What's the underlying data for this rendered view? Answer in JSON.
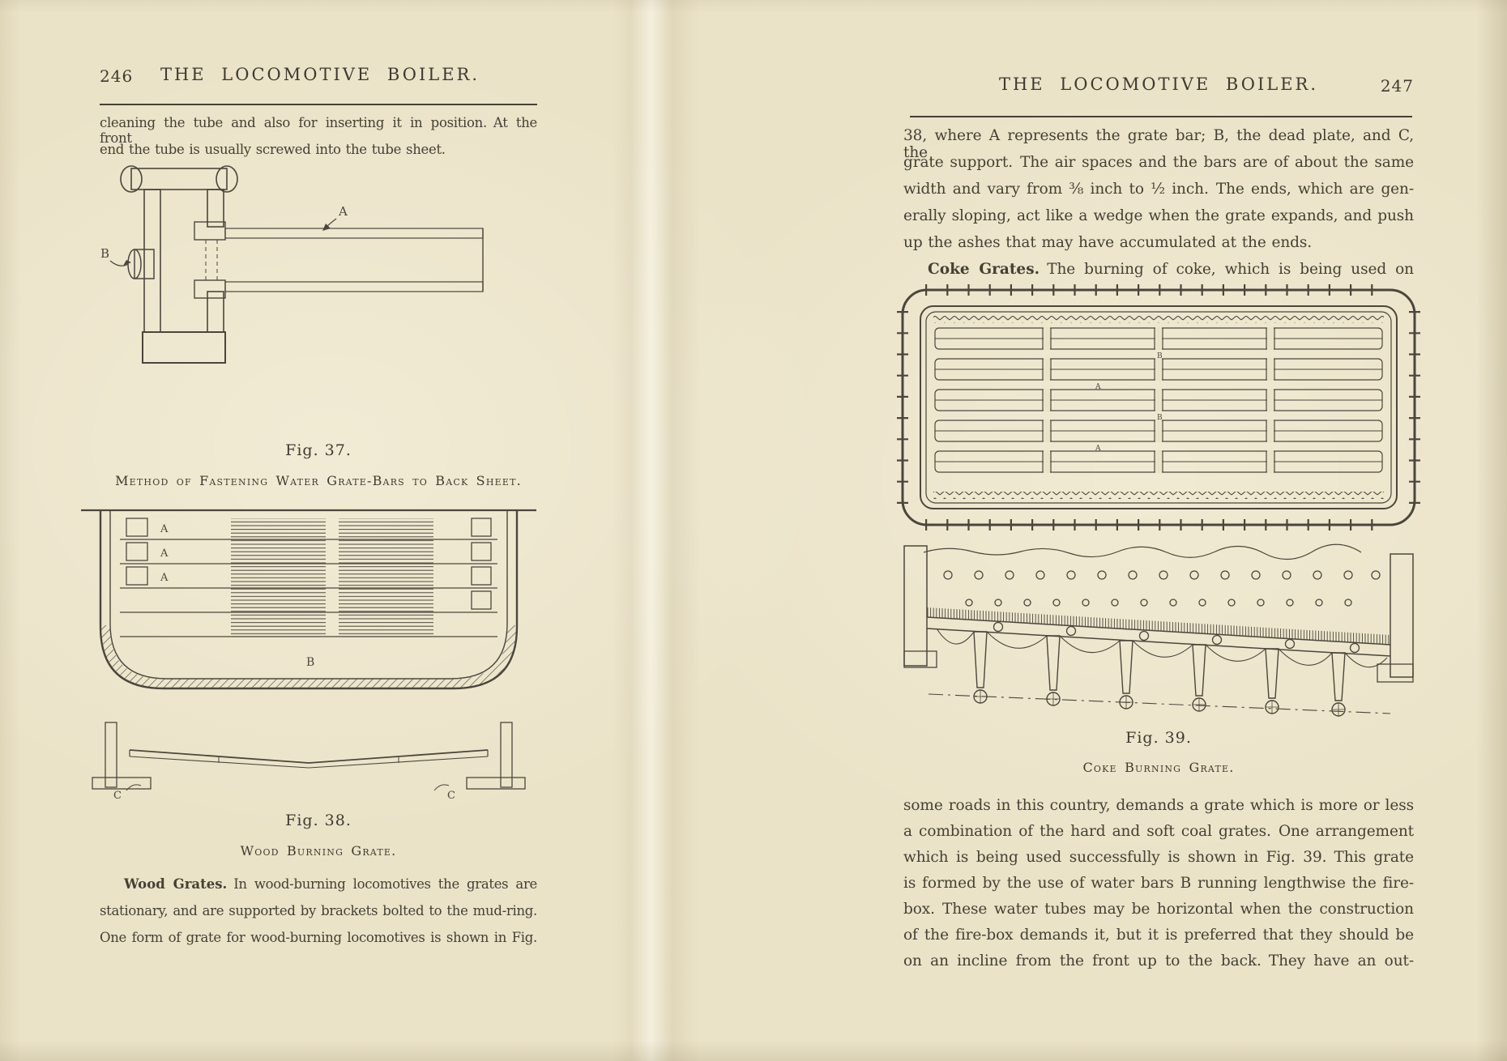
{
  "paper_color": "#ebe3c8",
  "ink_color": "#4b463c",
  "left_page": {
    "page_number": "246",
    "running_title": "THE LOCOMOTIVE BOILER.",
    "para1": {
      "lines": [
        "cleaning the tube and also for inserting it in position. At the front",
        "end the tube is usually screwed into the tube sheet."
      ]
    },
    "fig37": {
      "title": "Fig. 37.",
      "caption": "Method of Fastening Water Grate-Bars to Back Sheet.",
      "labels": {
        "a": "A",
        "b": "B"
      }
    },
    "fig38": {
      "title": "Fig. 38.",
      "caption": "Wood Burning Grate.",
      "labels": {
        "a1": "A",
        "a2": "A",
        "a3": "A",
        "b": "B",
        "c1": "C",
        "c2": "C"
      }
    },
    "para2": {
      "lead": "Wood Grates.",
      "lead_rest": " In wood-burning locomotives the grates are",
      "lines": [
        "stationary, and are supported by brackets bolted to the mud-ring.",
        "One form of grate for wood-burning locomotives is shown in Fig."
      ]
    }
  },
  "right_page": {
    "page_number": "247",
    "running_title": "THE LOCOMOTIVE BOILER.",
    "para1": {
      "lines": [
        "38, where A represents the grate bar; B, the dead plate, and C, the",
        "grate support. The air spaces and the bars are of about the same",
        "width and vary from ⅜ inch to ½ inch. The ends, which are gen-",
        "erally sloping, act like a wedge when the grate expands, and push",
        "up the ashes that may have accumulated at the ends."
      ],
      "lead": "Coke Grates.",
      "lead_rest": " The burning of coke, which is being used on"
    },
    "fig39": {
      "title": "Fig. 39.",
      "caption": "Coke Burning Grate.",
      "labels": {
        "b1": "B",
        "a1": "A",
        "b2": "B",
        "a2": "A"
      }
    },
    "para2": {
      "lines": [
        "some roads in this country, demands a grate which is more or less",
        "a combination of the hard and soft coal grates. One arrangement",
        "which is being used successfully is shown in Fig. 39. This grate",
        "is formed by the use of water bars B running lengthwise the fire-",
        "box. These water tubes may be horizontal when the construction",
        "of the fire-box demands it, but it is preferred that they should be",
        "on an incline from the front up to the back. They have an out-"
      ]
    }
  }
}
